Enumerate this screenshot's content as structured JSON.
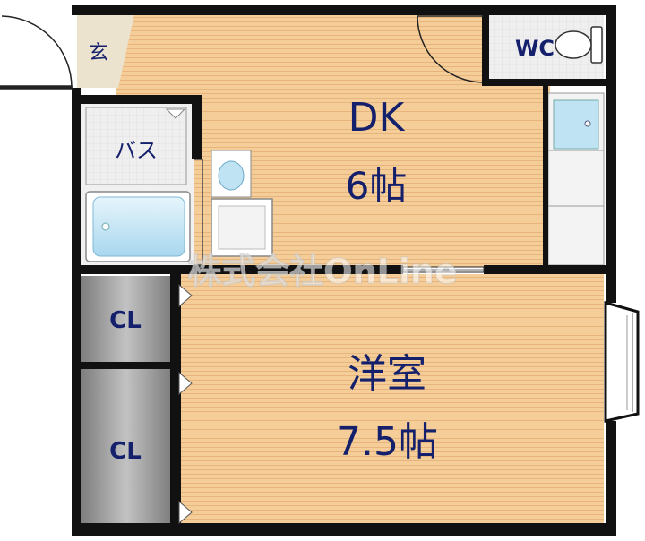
{
  "rooms": {
    "entrance": {
      "label": "玄"
    },
    "wc": {
      "label": "WC"
    },
    "bath": {
      "label": "バス"
    },
    "dk": {
      "name": "DK",
      "size": "6帖"
    },
    "western": {
      "name": "洋室",
      "size": "7.5帖"
    },
    "closet_upper": {
      "label": "CL"
    },
    "closet_lower": {
      "label": "CL"
    }
  },
  "watermark": "株式会社OnLine",
  "colors": {
    "wall": "#111111",
    "floor": "#f5cd98",
    "floor_line": "#e7b57c",
    "tile": "#ececec",
    "closet": "#a3a3a3",
    "fixture": "#bfe3f3",
    "label": "#14206b"
  }
}
